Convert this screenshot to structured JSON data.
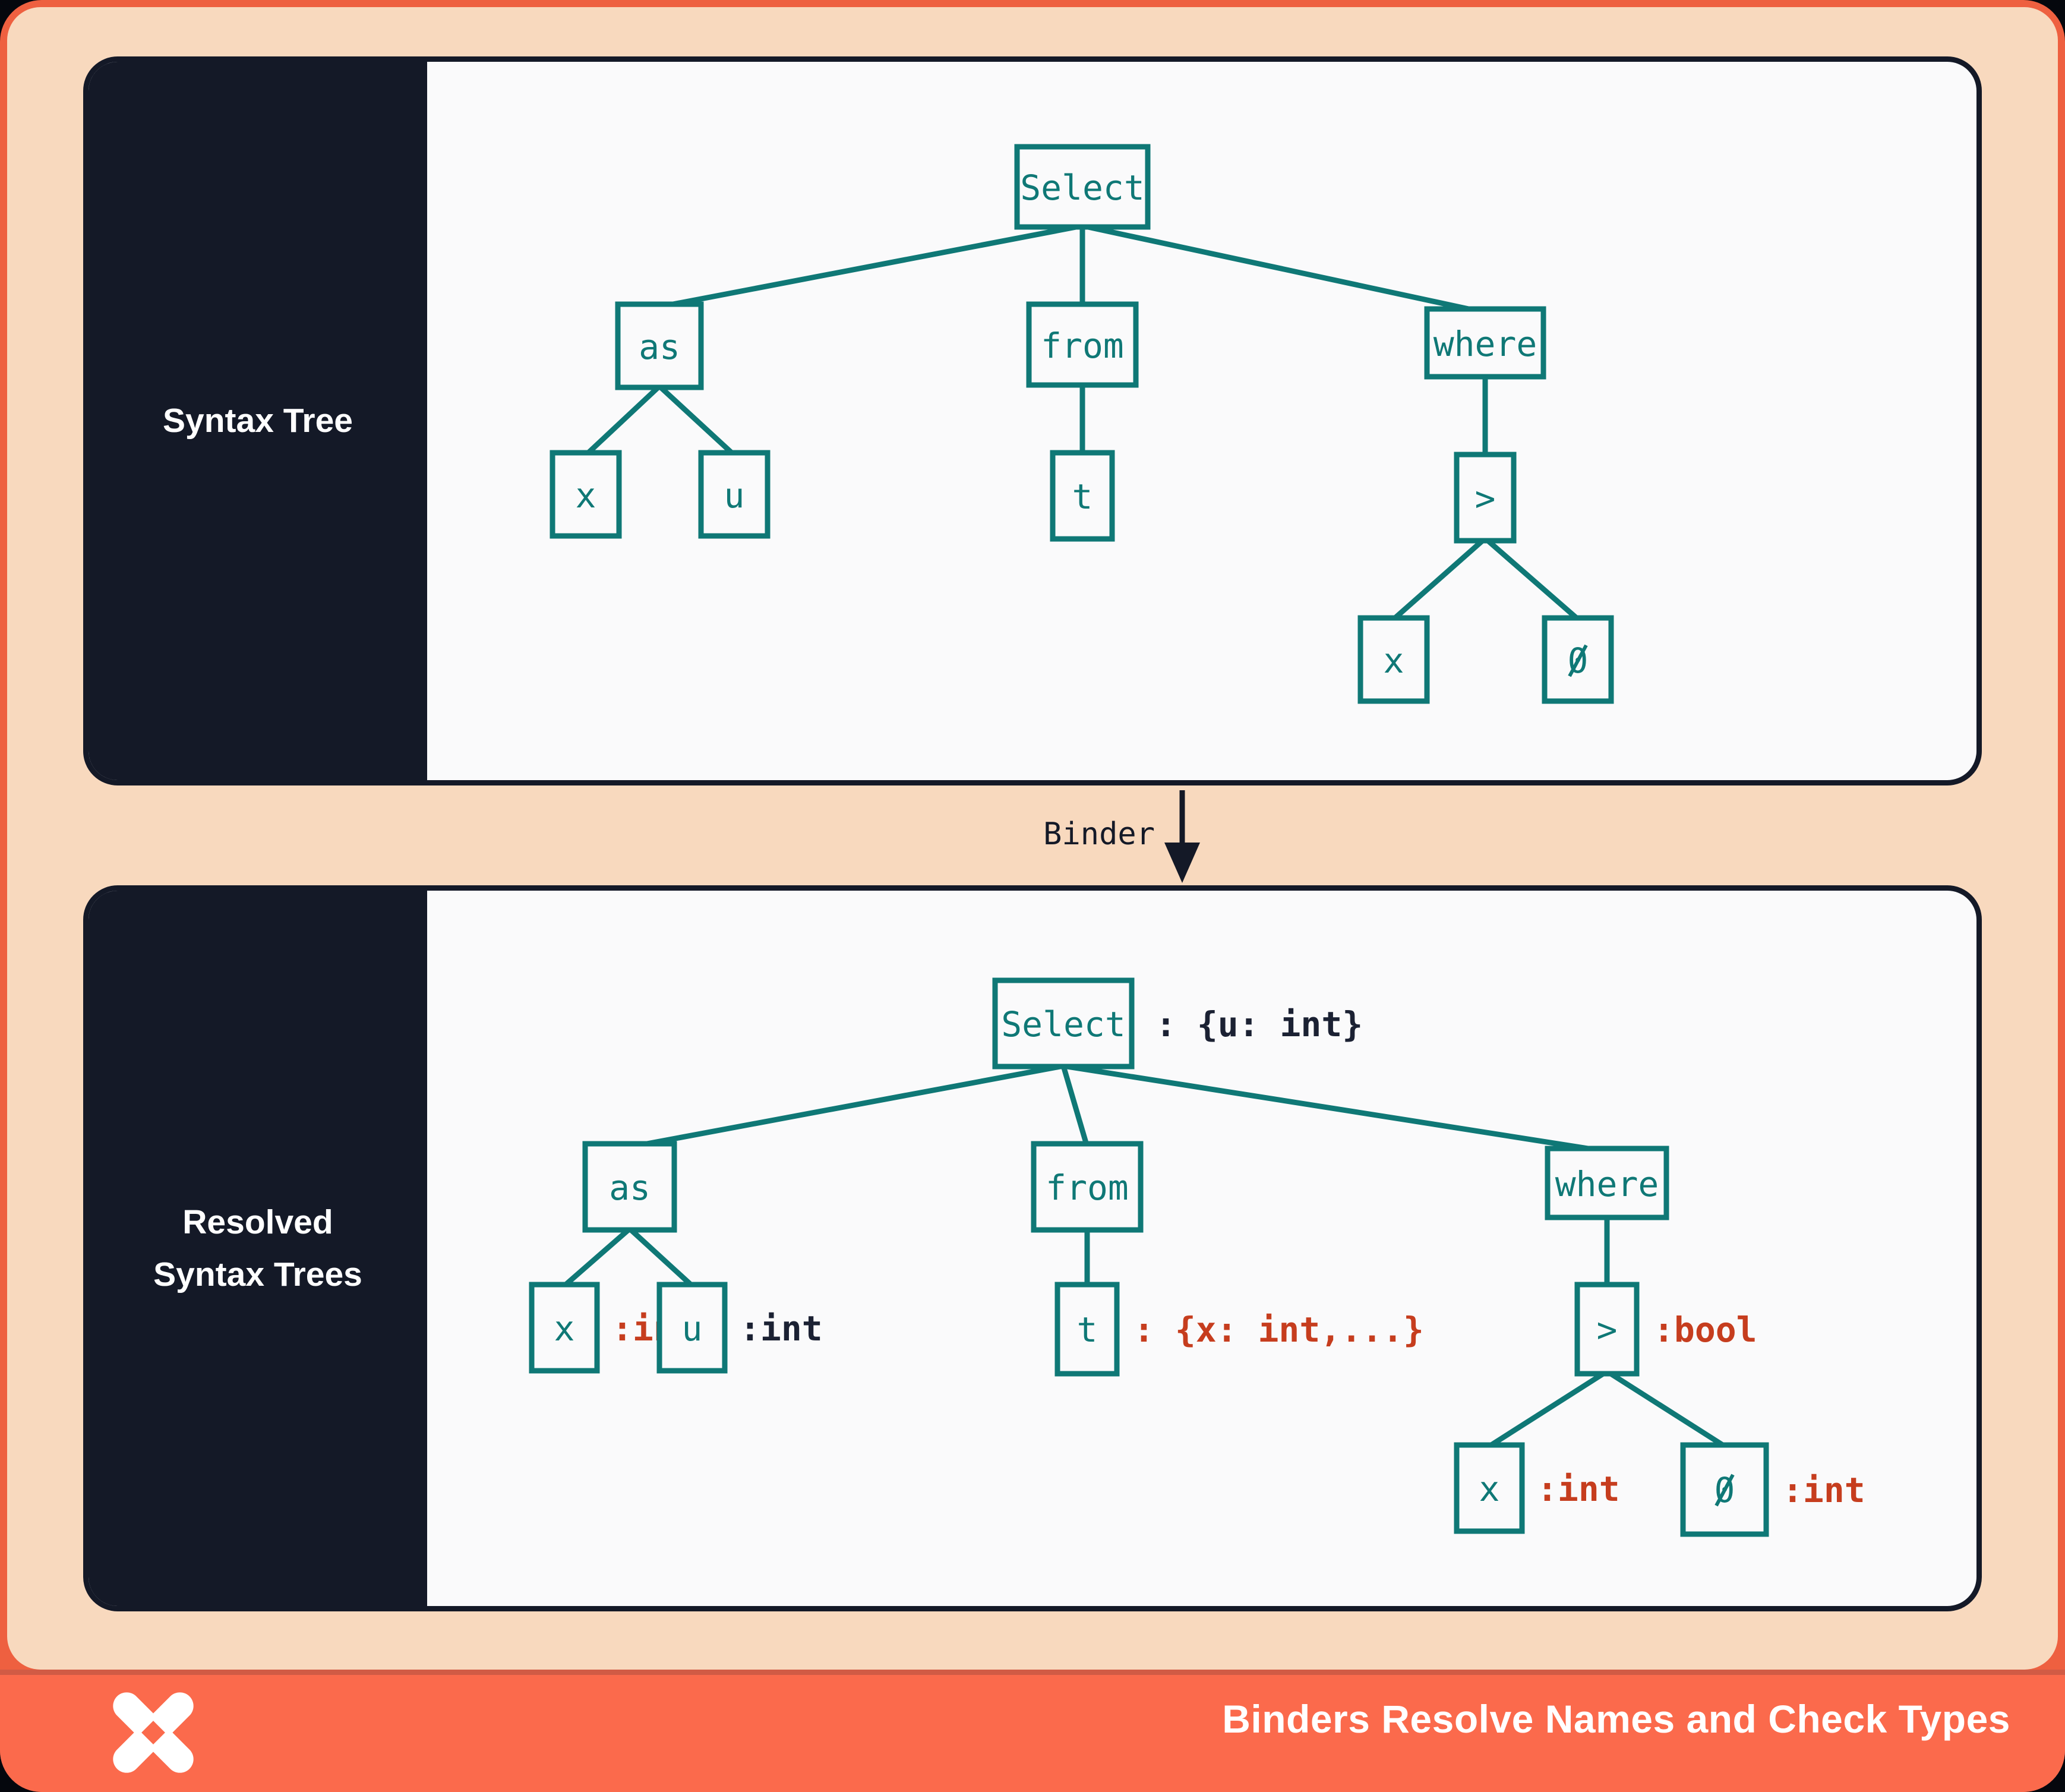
{
  "palette": {
    "frame_orange": "#EE6040",
    "footer_orange": "#FB6A4C",
    "peach": "#F8D9BE",
    "ink": "#141927",
    "panel_bg": "#FAFAFB",
    "teal": "#0F7876",
    "type_red": "#C63D1E",
    "type_navy": "#1B2133"
  },
  "top_panel": {
    "label": "Syntax Tree",
    "tree": {
      "select": "Select",
      "as": "as",
      "from": "from",
      "where": "where",
      "as_x": "x",
      "as_u": "u",
      "from_t": "t",
      "gt": ">",
      "gt_x": "x",
      "gt_zero": "0"
    }
  },
  "binder": {
    "label": "Binder"
  },
  "bottom_panel": {
    "label_line1": "Resolved",
    "label_line2": "Syntax Trees",
    "tree": {
      "select": "Select",
      "select_type": ": {u: int}",
      "as": "as",
      "from": "from",
      "where": "where",
      "as_x": "x",
      "as_x_type": ":int",
      "as_u": "u",
      "as_u_type": ":int",
      "from_t": "t",
      "from_t_type": ": {x: int,...}",
      "gt": ">",
      "gt_type": ":bool",
      "gt_x": "x",
      "gt_x_type": ":int",
      "gt_zero": "0",
      "gt_zero_type": ":int"
    }
  },
  "footer": {
    "title": "Binders Resolve Names and Check Types",
    "logo": "pinwheel-x-logo"
  }
}
